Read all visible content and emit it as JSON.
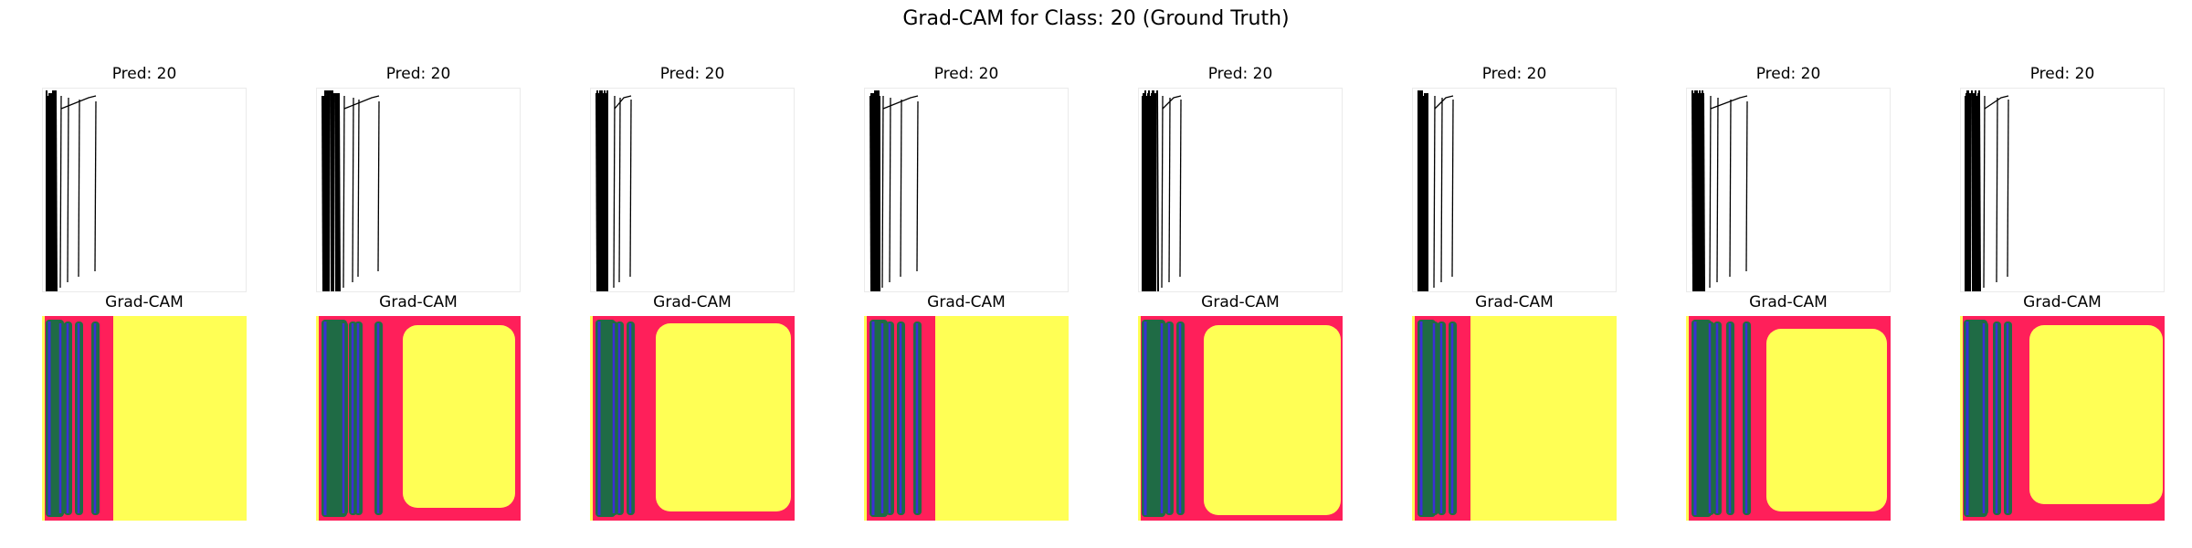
{
  "figure": {
    "title": "Grad-CAM for Class: 20 (Ground Truth)"
  },
  "panels": [
    {
      "pred_label": "Pred: 20",
      "cam_label": "Grad-CAM"
    },
    {
      "pred_label": "Pred: 20",
      "cam_label": "Grad-CAM"
    },
    {
      "pred_label": "Pred: 20",
      "cam_label": "Grad-CAM"
    },
    {
      "pred_label": "Pred: 20",
      "cam_label": "Grad-CAM"
    },
    {
      "pred_label": "Pred: 20",
      "cam_label": "Grad-CAM"
    },
    {
      "pred_label": "Pred: 20",
      "cam_label": "Grad-CAM"
    },
    {
      "pred_label": "Pred: 20",
      "cam_label": "Grad-CAM"
    },
    {
      "pred_label": "Pred: 20",
      "cam_label": "Grad-CAM"
    }
  ],
  "colors": {
    "heat_yellow": "#ffff55",
    "heat_red": "#ff1f5a",
    "heat_green": "#1f6b45",
    "heat_blue": "#3a2fd6",
    "stroke": "#000000"
  }
}
